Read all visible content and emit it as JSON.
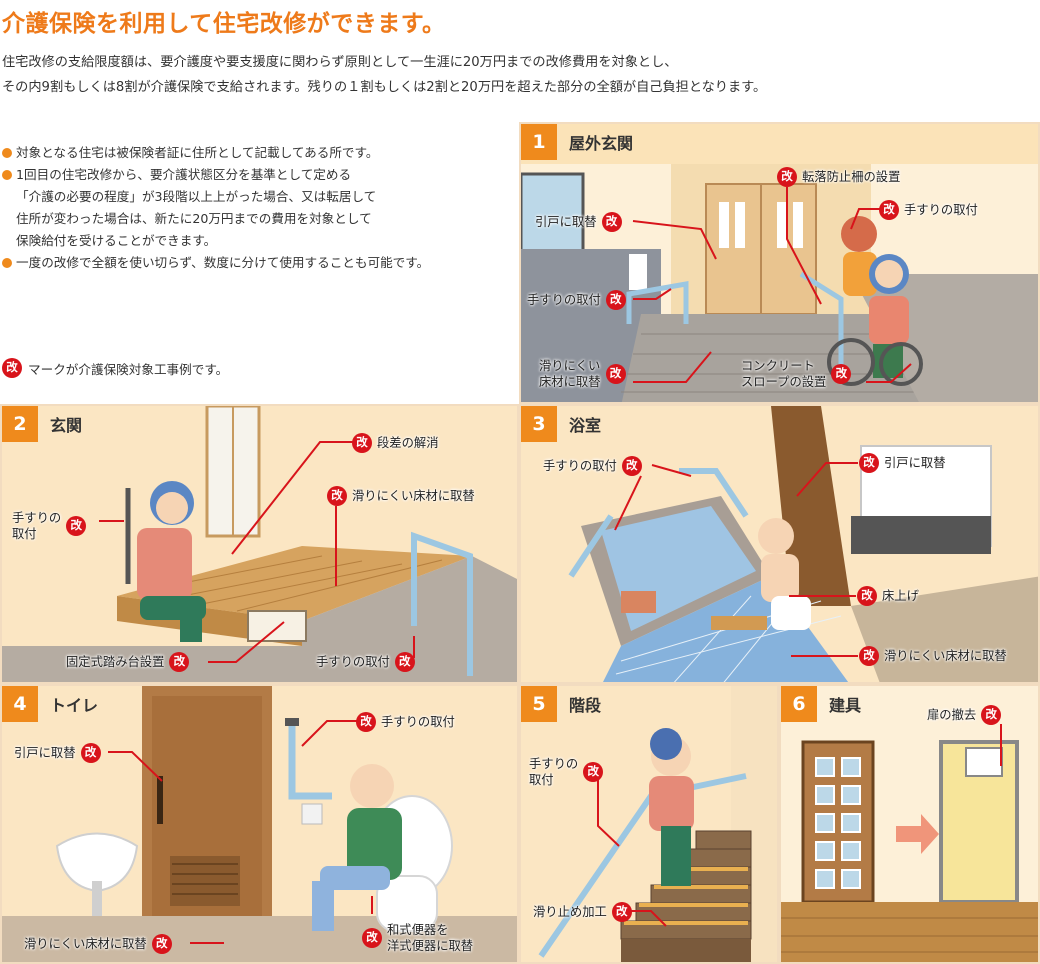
{
  "title": "介護保険を利用して住宅改修ができます。",
  "intro": [
    "住宅改修の支給限度額は、要介護度や要支援度に関わらず原則として一生涯に20万円までの改修費用を対象とし、",
    "その内9割もしくは8割が介護保険で支給されます。残りの１割もしくは2割と20万円を超えた部分の全額が自己負担となります。"
  ],
  "notes": [
    "対象となる住宅は被保険者証に住所として記載してある所です。",
    "1回目の住宅改修から、要介護状態区分を基準として定める",
    "「介護の必要の程度」が3段階以上上がった場合、又は転居して",
    "住所が変わった場合は、新たに20万円までの費用を対象として",
    "保険給付を受けることができます。",
    "一度の改修で全額を使い切らず、数度に分けて使用することも可能です。"
  ],
  "mark_symbol": "改",
  "mark_note": "マークが介護保険対象工事例です。",
  "colors": {
    "accent": "#ef8a1c",
    "mark": "#d8141b",
    "title": "#ee7a1a"
  },
  "panels": [
    {
      "num": "1",
      "title": "屋外玄関",
      "labels": [
        "転落防止柵の設置",
        "手すりの取付",
        "引戸に取替",
        "手すりの取付",
        "滑りにくい\n床材に取替",
        "コンクリート\nスロープの設置"
      ]
    },
    {
      "num": "2",
      "title": "玄関",
      "labels": [
        "段差の解消",
        "滑りにくい床材に取替",
        "手すりの\n取付",
        "固定式踏み台設置",
        "手すりの取付"
      ]
    },
    {
      "num": "3",
      "title": "浴室",
      "labels": [
        "手すりの取付",
        "引戸に取替",
        "床上げ",
        "滑りにくい床材に取替"
      ]
    },
    {
      "num": "4",
      "title": "トイレ",
      "labels": [
        "手すりの取付",
        "引戸に取替",
        "滑りにくい床材に取替",
        "和式便器を\n洋式便器に取替"
      ]
    },
    {
      "num": "5",
      "title": "階段",
      "labels": [
        "手すりの\n取付",
        "滑り止め加工"
      ]
    },
    {
      "num": "6",
      "title": "建具",
      "labels": [
        "扉の撤去"
      ]
    }
  ]
}
